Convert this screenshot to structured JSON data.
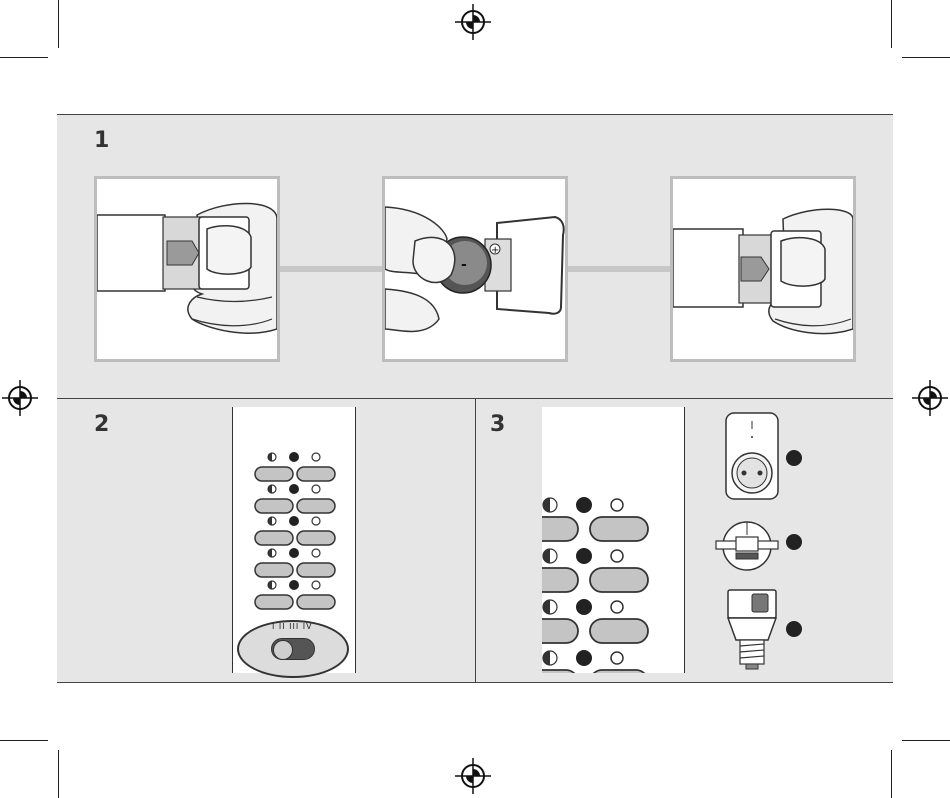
{
  "steps": [
    {
      "number": "1"
    },
    {
      "number": "2"
    },
    {
      "number": "3"
    }
  ],
  "battery": {
    "polarity_plus": "+",
    "polarity_minus": "-"
  },
  "remote_switch": {
    "positions": "I II III IV"
  },
  "colors": {
    "panel": "#e6e6e6",
    "frame": "#bdbdbd",
    "button": "#c4c4c4",
    "arrow": "#c7c7c7"
  },
  "icons": [
    "registration-mark-icon",
    "arrow-right-icon",
    "hand-icon",
    "battery-icon",
    "remote-control-icon",
    "socket-plug-icon",
    "flush-module-icon",
    "lamp-socket-icon"
  ]
}
